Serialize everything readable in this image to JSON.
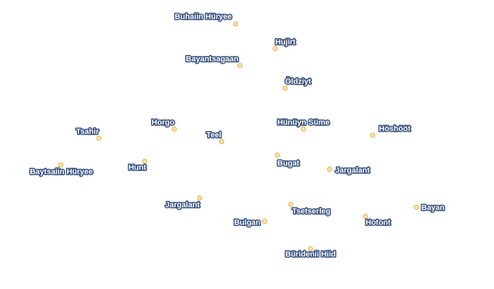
{
  "map": {
    "marker_fill": "#fde8b0",
    "marker_stroke": "#e6b24a",
    "label_color": "#ffffff",
    "label_halo": "#2f4a7a",
    "places": [
      {
        "id": "buhaiin-huryee",
        "name": "Buhaiin Hüryee"
      },
      {
        "id": "hujirt",
        "name": "Hujirt"
      },
      {
        "id": "bayantsagaan",
        "name": "Bayantsagaan"
      },
      {
        "id": "oldziyt",
        "name": "Öldziyt"
      },
      {
        "id": "horgo",
        "name": "Horgo"
      },
      {
        "id": "hunuyn-sume",
        "name": "Hünüyn Süme"
      },
      {
        "id": "hoshoot",
        "name": "Höshööt"
      },
      {
        "id": "tsahir",
        "name": "Tsahir"
      },
      {
        "id": "teel",
        "name": "Teel"
      },
      {
        "id": "bugat",
        "name": "Bugat"
      },
      {
        "id": "jargalant-east",
        "name": "Jargalant"
      },
      {
        "id": "hunt",
        "name": "Hunt"
      },
      {
        "id": "baytsaiin-huryee",
        "name": "Baytsaiin Hüryee"
      },
      {
        "id": "jargalant-south",
        "name": "Jargalant"
      },
      {
        "id": "tsetserleg",
        "name": "Tsetserleg"
      },
      {
        "id": "bayan",
        "name": "Bayan"
      },
      {
        "id": "bulgan",
        "name": "Bulgan"
      },
      {
        "id": "hotont",
        "name": "Hotont"
      },
      {
        "id": "buridenii-hiid",
        "name": "Büridenii Hiid"
      }
    ]
  }
}
